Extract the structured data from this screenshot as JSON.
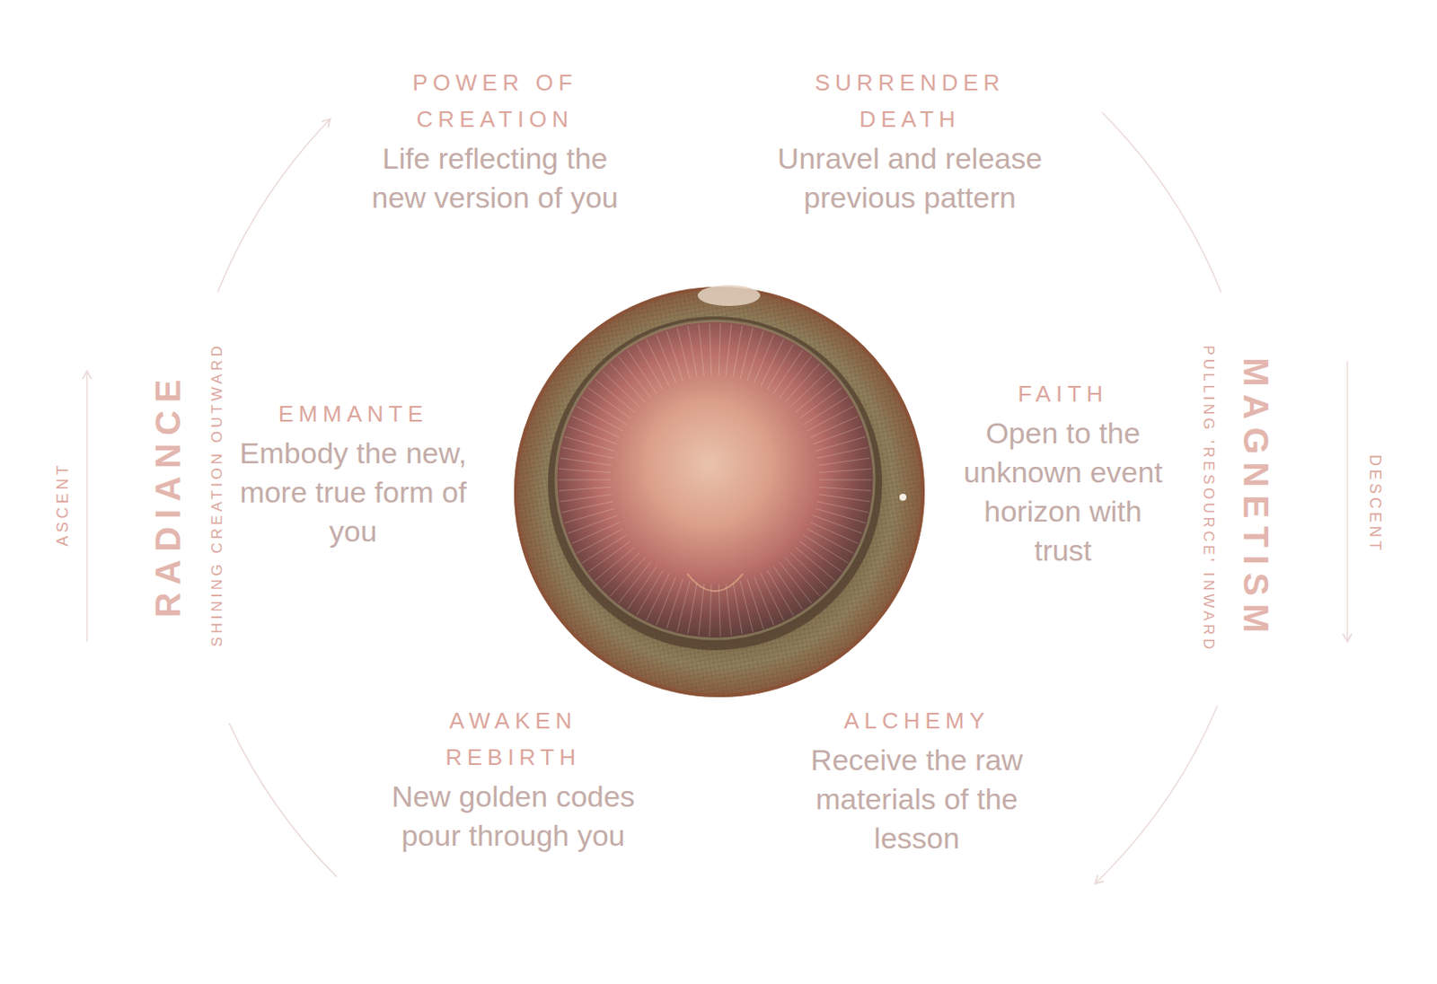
{
  "diagram": {
    "labels": [
      "POWER OF CREATION",
      "Life reflecting the new version of you",
      "SURRENDER DEATH",
      "Unravel and release previous pattern",
      "ASCENT",
      "RADIANCE",
      "SHINING CREATION OUTWARD",
      "EMMANTE",
      "Embody the new, more true form of you",
      "FAITH",
      "Open to the unknown event horizon with trust",
      "MAGNETISM",
      "PULLING 'RESOURCE' INWARD",
      "DESCENT",
      "AWAKEN REBIRTH",
      "New golden codes pour through you",
      "ALCHEMY",
      "Receive the raw materials of the lesson"
    ]
  }
}
